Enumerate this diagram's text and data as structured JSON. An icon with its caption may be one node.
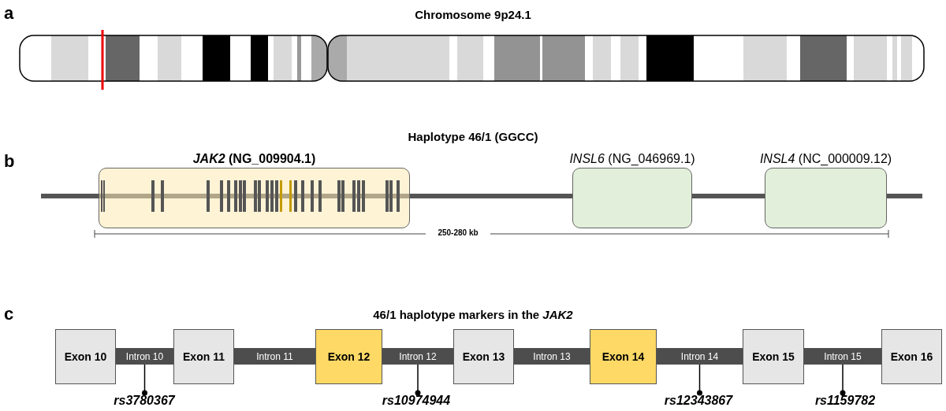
{
  "diagram": {
    "nodes": [
      {
        "text": [
          "*JAK2* (NG_009904.1)"
        ]
      },
      {
        "text": [
          "*INSL6* (NG_046969.1)"
        ]
      },
      {
        "text": [
          "*INSL4* (NC_000009.12)"
        ]
      },
      {
        "text": [
          "Exon 10"
        ]
      },
      {
        "text": [
          "Intron 10"
        ]
      },
      {
        "text": [
          "Exon 11"
        ]
      },
      {
        "text": [
          "Intron 11"
        ]
      },
      {
        "text": [
          "Exon 12"
        ]
      },
      {
        "text": [
          "Intron 12"
        ]
      },
      {
        "text": [
          "Exon 13"
        ]
      },
      {
        "text": [
          "Intron 13"
        ]
      },
      {
        "text": [
          "Exon 14"
        ]
      },
      {
        "text": [
          "Intron 14"
        ]
      },
      {
        "text": [
          "Exon 15"
        ]
      },
      {
        "text": [
          "Intron 15"
        ]
      },
      {
        "text": [
          "Exon 16"
        ]
      },
      {
        "text": [
          "rs3780367"
        ]
      },
      {
        "text": [
          "rs10974944"
        ]
      },
      {
        "text": [
          "rs12343867"
        ]
      },
      {
        "text": [
          "rs1159782"
        ]
      }
    ],
    "edges": [
      {
        "from": 16,
        "to": 4,
        "arrow": "other"
      },
      {
        "from": 17,
        "to": 8,
        "arrow": "other"
      },
      {
        "from": 18,
        "to": 12,
        "arrow": "other"
      },
      {
        "from": 19,
        "to": 14,
        "arrow": "other"
      }
    ],
    "labels": [
      "a",
      "Chromosome 9p24.1",
      "b",
      "Haplotype 46/1 (GGCC)",
      "250-280 kb",
      "c",
      "46/1 haplotype markers in the *JAK2*"
    ]
  }
}
